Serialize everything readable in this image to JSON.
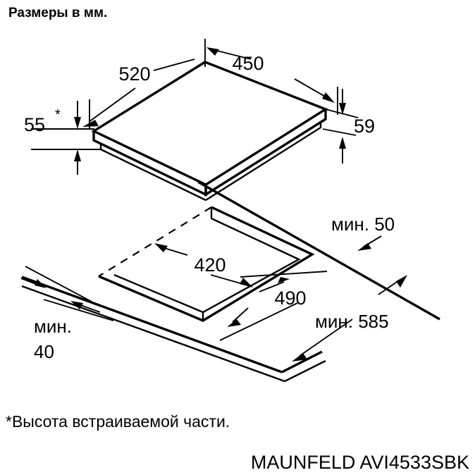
{
  "document": {
    "title": "Размеры в мм.",
    "footnote": "*Высота встраиваемой части.",
    "model": "MAUNFELD AVI4533SBK",
    "ink_color": "#000000",
    "paper_color": "#ffffff"
  },
  "cooktop": {
    "dimensions": {
      "width_label": "450",
      "depth_label": "520",
      "height_left_label": "55",
      "height_left_marker": "*",
      "height_right_label": "59"
    }
  },
  "cutout": {
    "dimensions": {
      "depth_label": "420",
      "width_label": "490"
    }
  },
  "clearances": {
    "rear_label": "мин. 50",
    "front_label": "мин. 585",
    "side_label_line1": "мин.",
    "side_label_line2": "40"
  }
}
